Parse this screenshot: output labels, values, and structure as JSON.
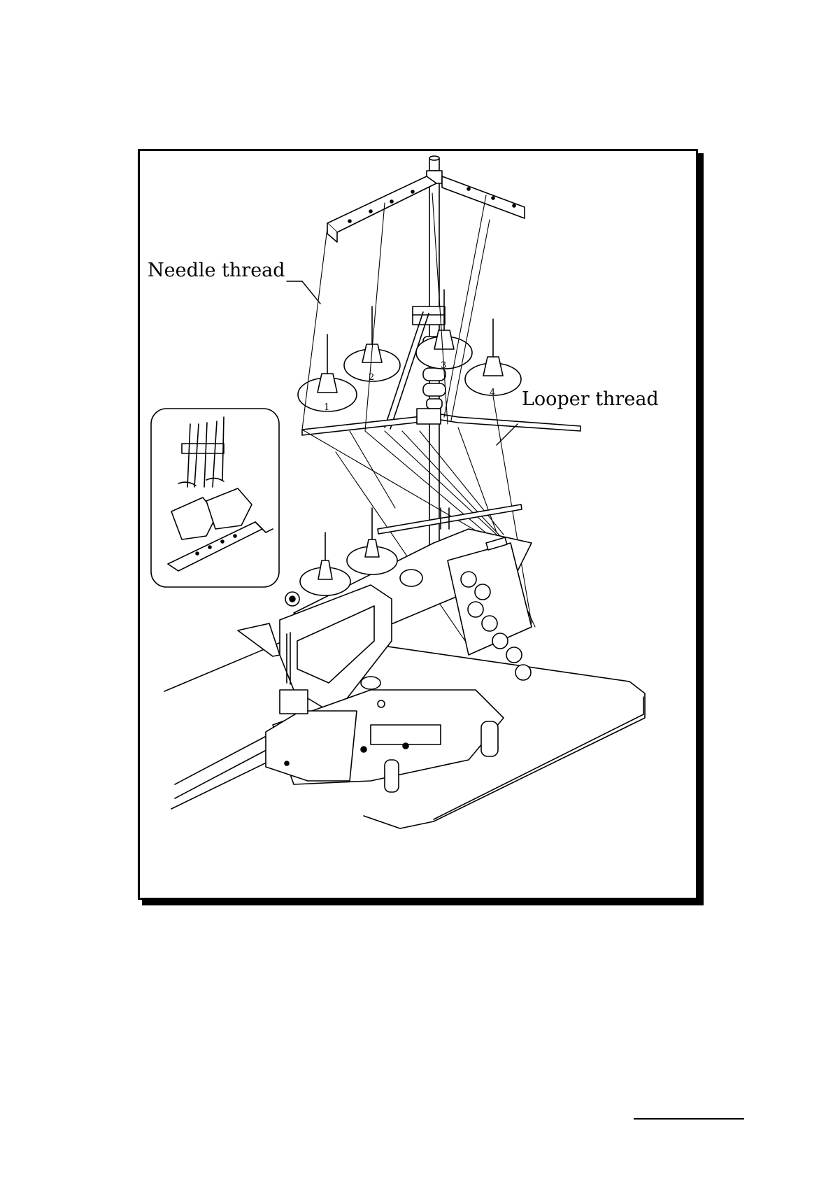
{
  "figure": {
    "labels": {
      "needle_thread": "Needle thread",
      "looper_thread": "Looper thread"
    },
    "spool_numbers": [
      "1",
      "2",
      "3",
      "4"
    ],
    "colors": {
      "ink": "#000000",
      "paper": "#ffffff"
    }
  }
}
